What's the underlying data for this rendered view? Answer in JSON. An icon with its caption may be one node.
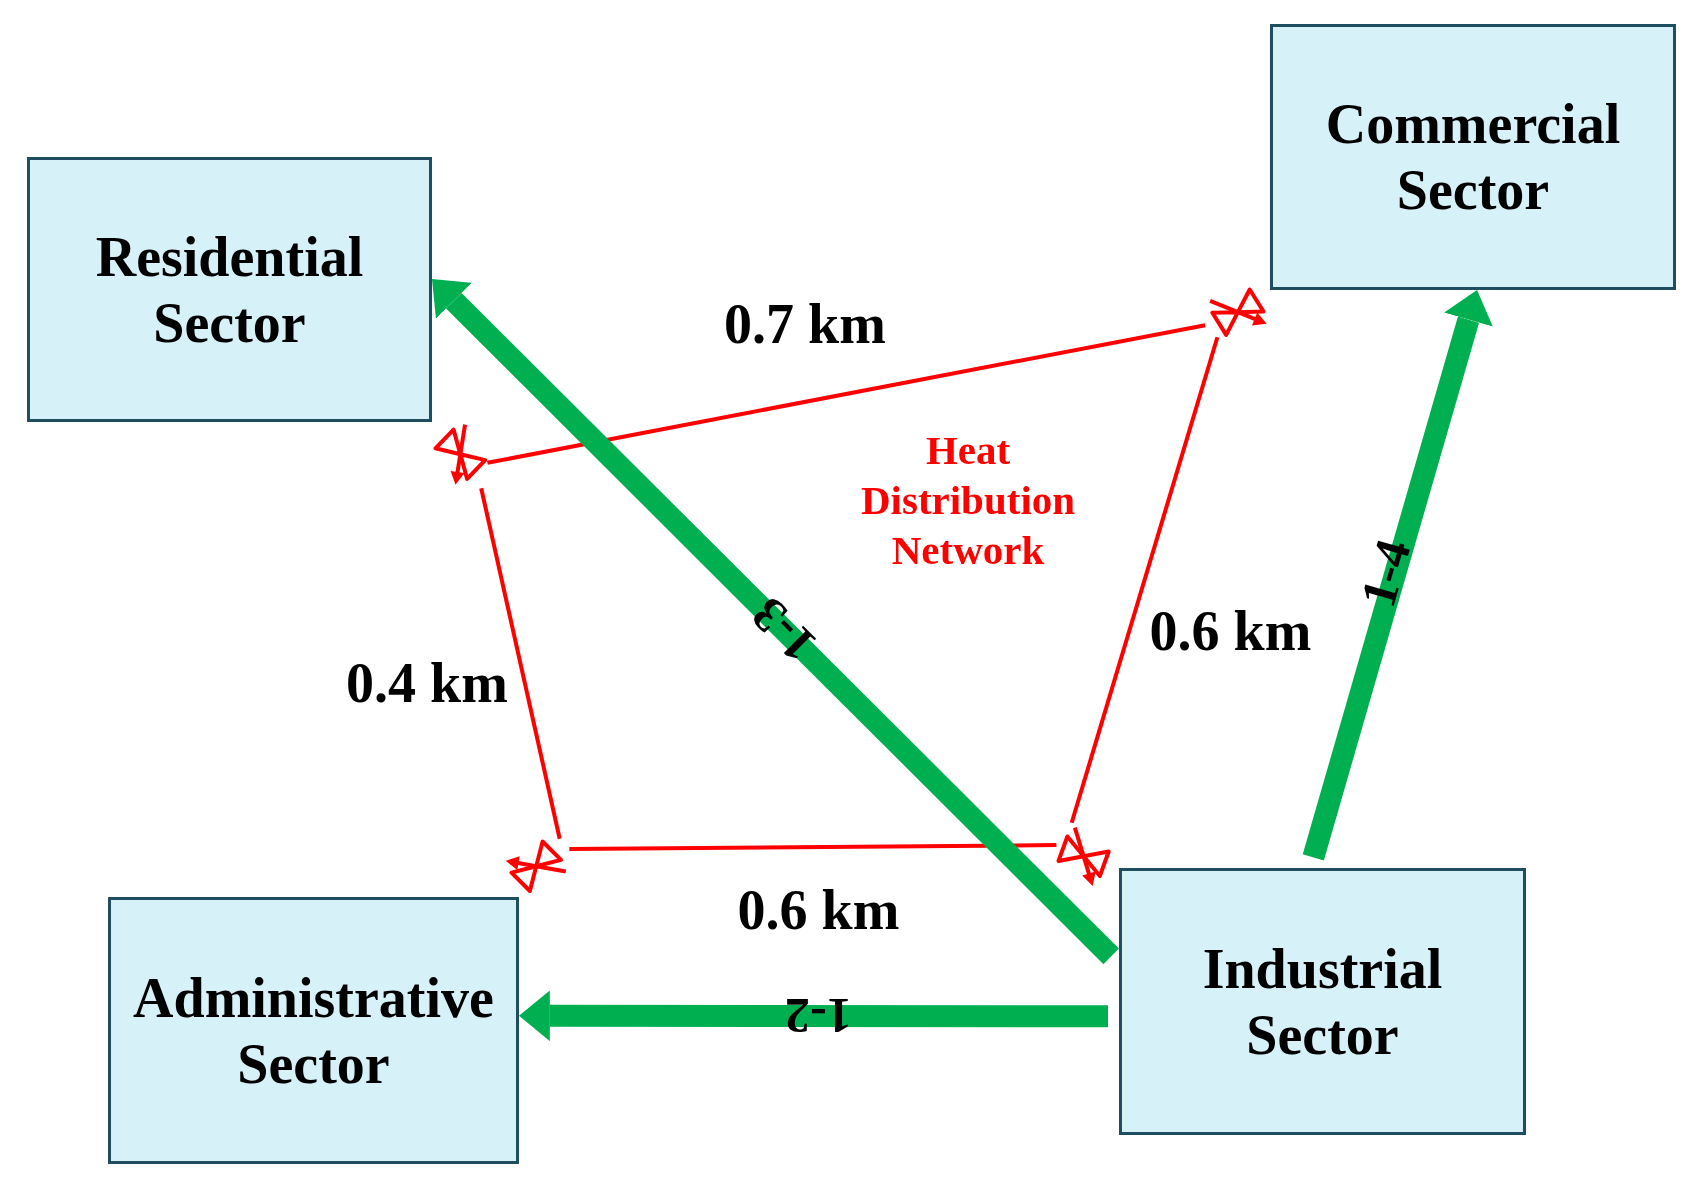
{
  "diagram": {
    "nodes": [
      {
        "text": [
          "Residential Sector"
        ]
      },
      {
        "text": [
          "Commercial Sector"
        ]
      },
      {
        "text": [
          "Administrative Sector"
        ]
      },
      {
        "text": [
          "Industrial Sector"
        ]
      },
      {
        "text": [],
        "shape": "valve"
      },
      {
        "text": [],
        "shape": "valve"
      },
      {
        "text": [],
        "shape": "valve"
      },
      {
        "text": [],
        "shape": "valve"
      }
    ],
    "edges": [
      {
        "from": 4,
        "to": 5,
        "arrow": "none",
        "label": "0.7 km"
      },
      {
        "from": 4,
        "to": 6,
        "arrow": "none",
        "label": "0.4 km"
      },
      {
        "from": 5,
        "to": 7,
        "arrow": "none",
        "label": "0.6 km"
      },
      {
        "from": 6,
        "to": 7,
        "arrow": "none",
        "label": "0.6 km"
      },
      {
        "from": 3,
        "to": 0,
        "arrow": "to",
        "label": "1-3",
        "style": "thick",
        "color": "#00b050"
      },
      {
        "from": 3,
        "to": 1,
        "arrow": "to",
        "label": "1-4",
        "style": "thick",
        "color": "#00b050"
      },
      {
        "from": 3,
        "to": 2,
        "arrow": "to",
        "label": "1-2",
        "style": "thick",
        "color": "#00b050"
      }
    ],
    "labels": [
      "Heat Distribution Network"
    ]
  }
}
